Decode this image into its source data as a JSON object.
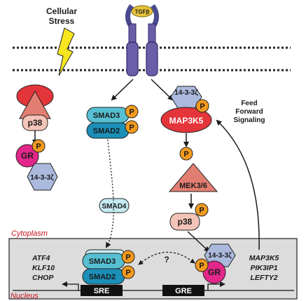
{
  "diagram": {
    "stress_label": "Cellular\nStress",
    "tgf_label": "TGFβ",
    "feedforward_label": "Feed\nForward\nSignaling",
    "compartments": {
      "cytoplasm": "Cytoplasm",
      "nucleus": "Nucleus"
    },
    "proteins": {
      "p38_left": "p38",
      "gr_left": "GR",
      "ywhaz_left": "14-3-3ζ",
      "smad3": "SMAD3",
      "smad2": "SMAD2",
      "smad4": "SMAD4",
      "ywhaz_right": "14-3-3ζ",
      "map3k5": "MAP3K5",
      "mek": "MEK3/6",
      "p38_right": "p38",
      "smad3_nuc": "SMAD3",
      "smad2_nuc": "SMAD2",
      "ywhaz_nuc": "14-3-3ζ",
      "gr_nuc": "GR"
    },
    "phospho": "P",
    "unknown": "?",
    "elements": {
      "sre": "SRE",
      "gre": "GRE"
    },
    "genes_left": [
      "ATF4",
      "KLF10",
      "CHOP"
    ],
    "genes_right": [
      "MAP3K5",
      "PIK3IP1",
      "LEFTY2"
    ],
    "colors": {
      "phospho": "#f29a1e",
      "smad": "#1b8fb8",
      "map3k5": "#e4353a",
      "gr": "#e2268a",
      "ywhaz": "#aab9dc",
      "receptor": "#4a4a90",
      "p38": "#f4c4b8",
      "mek": "#e27e71"
    }
  }
}
